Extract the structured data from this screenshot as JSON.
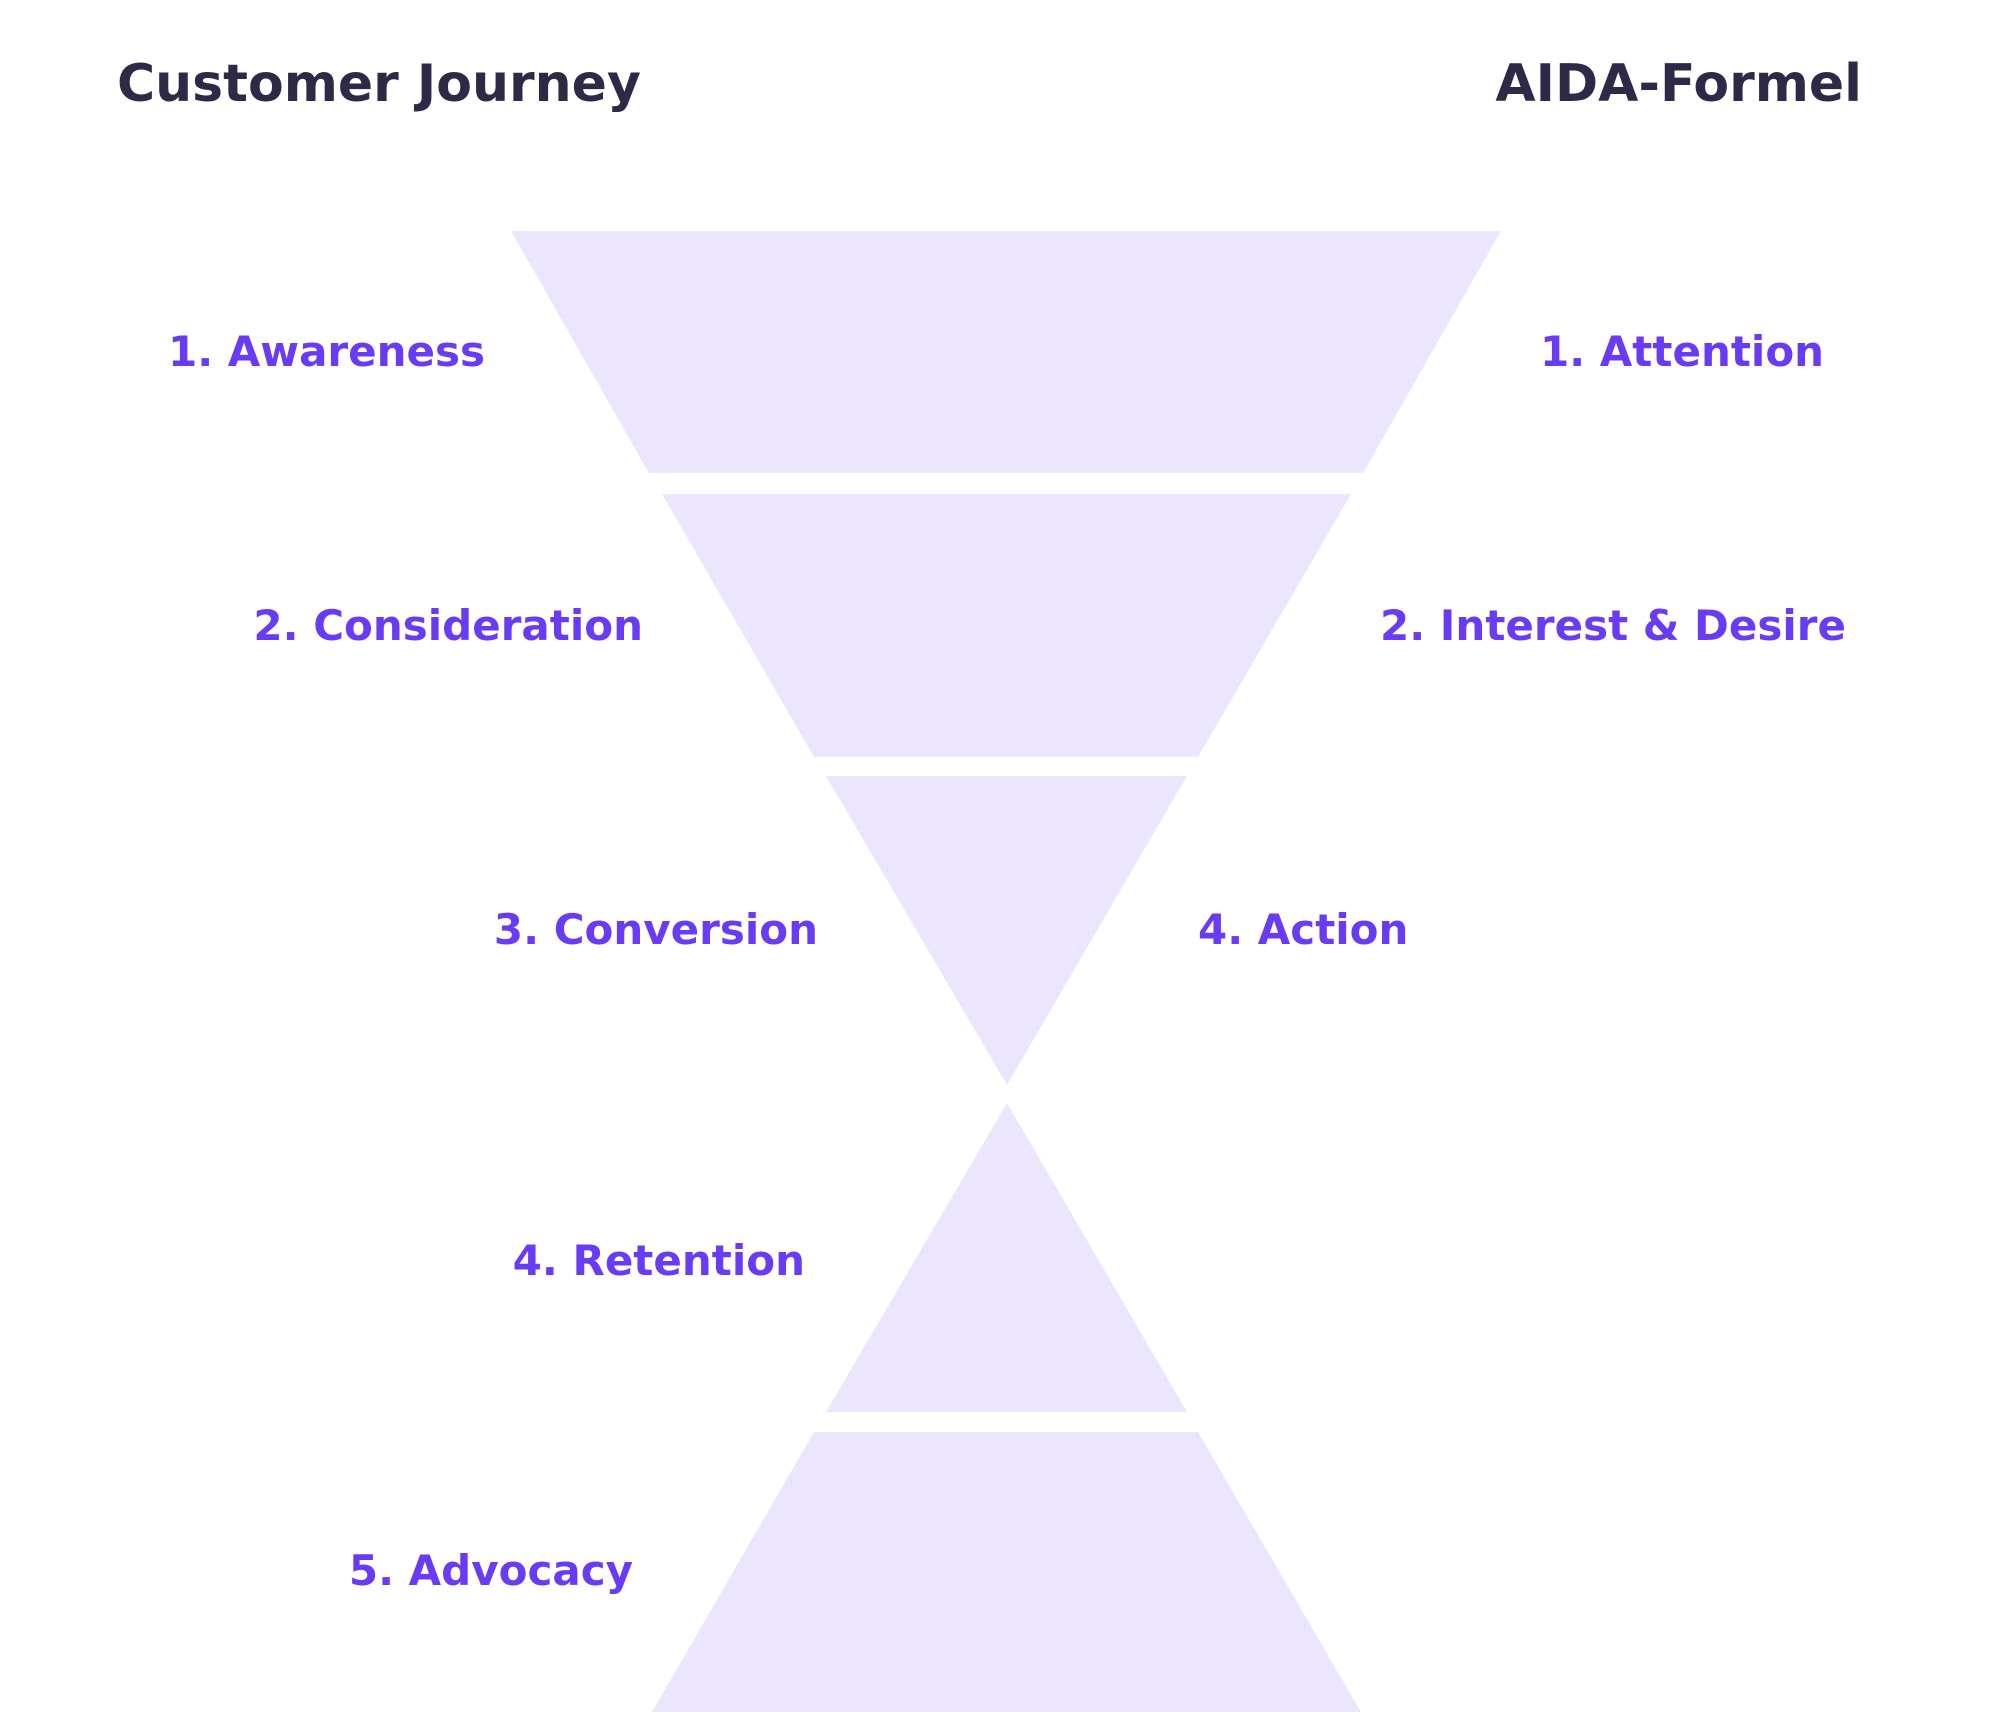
{
  "headings": {
    "left": "Customer Journey",
    "right": "AIDA-Formel"
  },
  "journey_stages": [
    "1. Awareness",
    "2. Consideration",
    "3. Conversion",
    "4. Retention",
    "5. Advocacy"
  ],
  "aida_stages": [
    "1. Attention",
    "2. Interest & Desire",
    "4. Action"
  ],
  "colors": {
    "background": "#ffffff",
    "heading_text": "#2d2a47",
    "stage_text": "#6a3bf5",
    "segment_fill": "#ebe6fd"
  }
}
